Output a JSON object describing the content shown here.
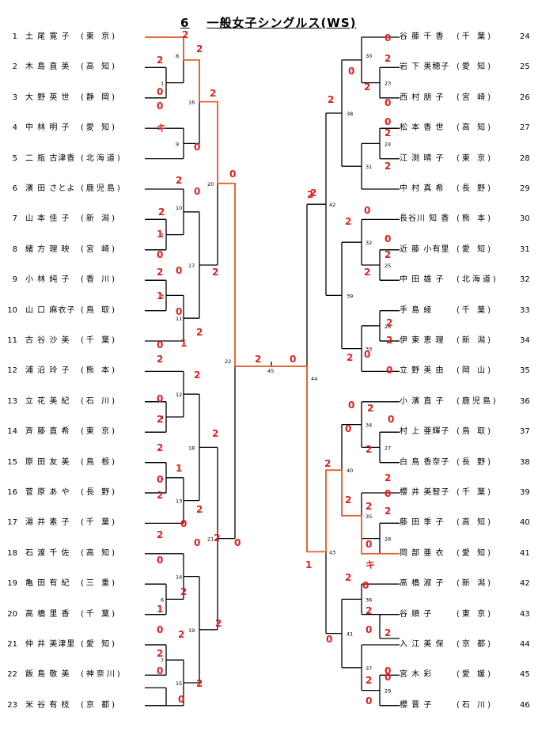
{
  "title": {
    "number": "6",
    "text": "一般女子シングルス(WS)"
  },
  "left_players": [
    {
      "no": "1",
      "name": "土 尾  寛 子",
      "pref": "(東  京)"
    },
    {
      "no": "2",
      "name": "木 島  直 美",
      "pref": "(高  知)"
    },
    {
      "no": "3",
      "name": "大 野  英 世",
      "pref": "(静  岡)"
    },
    {
      "no": "4",
      "name": "中 林  明 子",
      "pref": "(愛  知)"
    },
    {
      "no": "5",
      "name": "二 瓶  古津香",
      "pref": "(北海道)"
    },
    {
      "no": "6",
      "name": "濱 田  さとよ",
      "pref": "(鹿児島)"
    },
    {
      "no": "7",
      "name": "山 本  佳 子",
      "pref": "(新  潟)"
    },
    {
      "no": "8",
      "name": "緒 方  理 映",
      "pref": "(宮  崎)"
    },
    {
      "no": "9",
      "name": "小 林  純 子",
      "pref": "(香  川)"
    },
    {
      "no": "10",
      "name": "山 口  麻衣子",
      "pref": "(鳥  取)"
    },
    {
      "no": "11",
      "name": "古 谷  沙 美",
      "pref": "(千  葉)"
    },
    {
      "no": "12",
      "name": "浦 沿  玲 子",
      "pref": "(熊  本)"
    },
    {
      "no": "13",
      "name": "立 花  美 紀",
      "pref": "(石  川)"
    },
    {
      "no": "14",
      "name": "斉 藤  直 希",
      "pref": "(東  京)"
    },
    {
      "no": "15",
      "name": "原 田  友 美",
      "pref": "(鳥  根)"
    },
    {
      "no": "16",
      "name": "菅 原  あ や",
      "pref": "(長  野)"
    },
    {
      "no": "17",
      "name": "湯 井  素 子",
      "pref": "(千  葉)"
    },
    {
      "no": "18",
      "name": "石 渡  千 佐",
      "pref": "(高  知)"
    },
    {
      "no": "19",
      "name": "亀 田  有 紀",
      "pref": "(三  重)"
    },
    {
      "no": "20",
      "name": "高 橋  里 香",
      "pref": "(千  葉)"
    },
    {
      "no": "21",
      "name": "仲 井  美津里",
      "pref": "(愛  知)"
    },
    {
      "no": "22",
      "name": "飯 島  敬 美",
      "pref": "(神奈川)"
    },
    {
      "no": "23",
      "name": "米 谷  有 枝",
      "pref": "(京  都)"
    }
  ],
  "right_players": [
    {
      "no": "24",
      "name": "谷 藤  千 香",
      "pref": "(千  葉)"
    },
    {
      "no": "25",
      "name": "岩 下  美穂子",
      "pref": "(愛  知)"
    },
    {
      "no": "26",
      "name": "西 村  朋 子",
      "pref": "(宮  崎)"
    },
    {
      "no": "27",
      "name": "松 本  香 世",
      "pref": "(高  知)"
    },
    {
      "no": "28",
      "name": "江 渕  晴 子",
      "pref": "(東  京)"
    },
    {
      "no": "29",
      "name": "中 村  真 希",
      "pref": "(長  野)"
    },
    {
      "no": "30",
      "name": "長谷川  知 香",
      "pref": "(熊  本)"
    },
    {
      "no": "31",
      "name": "近 藤  小有里",
      "pref": "(愛  知)"
    },
    {
      "no": "32",
      "name": "中 田  雄 子",
      "pref": "(北海道)"
    },
    {
      "no": "33",
      "name": "手 島   綾",
      "pref": "(千  葉)"
    },
    {
      "no": "34",
      "name": "伊 東  恵 理",
      "pref": "(新  潟)"
    },
    {
      "no": "35",
      "name": "立 野  美 由",
      "pref": "(岡  山)"
    },
    {
      "no": "36",
      "name": "小 濱  直 子",
      "pref": "(鹿児島)"
    },
    {
      "no": "37",
      "name": "村 上  亜輝子",
      "pref": "(鳥  取)"
    },
    {
      "no": "38",
      "name": "白 鳥  香奈子",
      "pref": "(長  野)"
    },
    {
      "no": "39",
      "name": "櫻 井  美智子",
      "pref": "(千  葉)"
    },
    {
      "no": "40",
      "name": "藤 田  季 子",
      "pref": "(高  知)"
    },
    {
      "no": "41",
      "name": "岡 部  亜 衣",
      "pref": "(愛  知)"
    },
    {
      "no": "42",
      "name": "高 橋  淑 子",
      "pref": "(新  潟)"
    },
    {
      "no": "43",
      "name": "谷   順 子",
      "pref": "(東  京)"
    },
    {
      "no": "44",
      "name": "入 江  美 保",
      "pref": "(京  都)"
    },
    {
      "no": "45",
      "name": "宮 木   彩",
      "pref": "(愛  媛)"
    },
    {
      "no": "46",
      "name": "櫻   晋 子",
      "pref": "(石  川)"
    }
  ],
  "match_numbers": [
    "1",
    "2",
    "3",
    "4",
    "5",
    "6",
    "7",
    "8",
    "9",
    "10",
    "11",
    "12",
    "13",
    "14",
    "15",
    "16",
    "17",
    "18",
    "19",
    "20",
    "21",
    "22",
    "23",
    "24",
    "25",
    "26",
    "27",
    "28",
    "29",
    "30",
    "31",
    "32",
    "33",
    "34",
    "35",
    "36",
    "37",
    "38",
    "39",
    "40",
    "41",
    "42",
    "43",
    "44",
    "45"
  ],
  "scores": [
    "2",
    "2",
    "0",
    "2",
    "0",
    "キ",
    "0",
    "2",
    "0",
    "2",
    "0",
    "2",
    "1",
    "0",
    "2",
    "0",
    "2",
    "1",
    "0",
    "2",
    "0",
    "1",
    "2",
    "2",
    "0",
    "2",
    "2",
    "2",
    "1",
    "0",
    "2",
    "2",
    "0",
    "2",
    "0",
    "0",
    "2",
    "1",
    "2",
    "0",
    "2",
    "0",
    "2",
    "0",
    "2",
    "2",
    "0",
    "2",
    "0",
    "2",
    "1",
    "2",
    "0",
    "2",
    "0",
    "2",
    "2",
    "2",
    "0",
    "0",
    "2",
    "0",
    "2",
    "0",
    "2",
    "2",
    "2",
    "0",
    "キ",
    "2",
    "0",
    "0",
    "2",
    "0",
    "0",
    "2",
    "2",
    "0",
    "2",
    "2",
    "2",
    "0",
    "0",
    "2",
    "0",
    "2",
    "2",
    "0",
    "0",
    "2",
    "2",
    "2",
    "0",
    "0",
    "2",
    "2",
    "1",
    "2",
    "0",
    "2",
    "2",
    "0",
    "2"
  ],
  "colors": {
    "winner_path": "#e8602c",
    "score": "#e02020",
    "line": "#000000"
  }
}
